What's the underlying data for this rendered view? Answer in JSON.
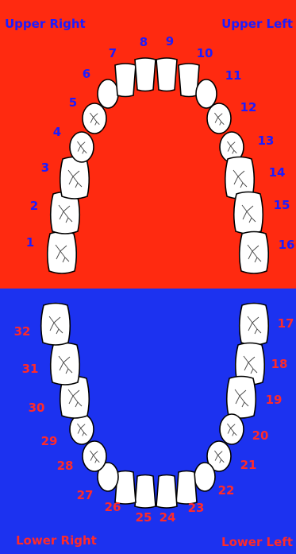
{
  "colors": {
    "upper_bg": "#ff2a10",
    "lower_bg": "#1c32f0",
    "upper_text": "#1c1cff",
    "lower_text": "#ff2a2a",
    "tooth": "#ffffff",
    "outline": "#000000"
  },
  "corners": {
    "upper_right": "Upper Right",
    "upper_left": "Upper Left",
    "lower_right": "Lower Right",
    "lower_left": "Lower Left"
  },
  "teeth": {
    "upper": [
      {
        "id": "1",
        "type": "molar"
      },
      {
        "id": "2",
        "type": "molar"
      },
      {
        "id": "3",
        "type": "molar"
      },
      {
        "id": "4",
        "type": "premolar"
      },
      {
        "id": "5",
        "type": "premolar"
      },
      {
        "id": "6",
        "type": "canine"
      },
      {
        "id": "7",
        "type": "incisor"
      },
      {
        "id": "8",
        "type": "incisor"
      },
      {
        "id": "9",
        "type": "incisor"
      },
      {
        "id": "10",
        "type": "incisor"
      },
      {
        "id": "11",
        "type": "canine"
      },
      {
        "id": "12",
        "type": "premolar"
      },
      {
        "id": "13",
        "type": "premolar"
      },
      {
        "id": "14",
        "type": "molar"
      },
      {
        "id": "15",
        "type": "molar"
      },
      {
        "id": "16",
        "type": "molar"
      }
    ],
    "lower": [
      {
        "id": "17",
        "type": "molar"
      },
      {
        "id": "18",
        "type": "molar"
      },
      {
        "id": "19",
        "type": "molar"
      },
      {
        "id": "20",
        "type": "premolar"
      },
      {
        "id": "21",
        "type": "premolar"
      },
      {
        "id": "22",
        "type": "canine"
      },
      {
        "id": "23",
        "type": "incisor"
      },
      {
        "id": "24",
        "type": "incisor"
      },
      {
        "id": "25",
        "type": "incisor"
      },
      {
        "id": "26",
        "type": "incisor"
      },
      {
        "id": "27",
        "type": "canine"
      },
      {
        "id": "28",
        "type": "premolar"
      },
      {
        "id": "29",
        "type": "premolar"
      },
      {
        "id": "30",
        "type": "molar"
      },
      {
        "id": "31",
        "type": "molar"
      },
      {
        "id": "32",
        "type": "molar"
      }
    ]
  }
}
